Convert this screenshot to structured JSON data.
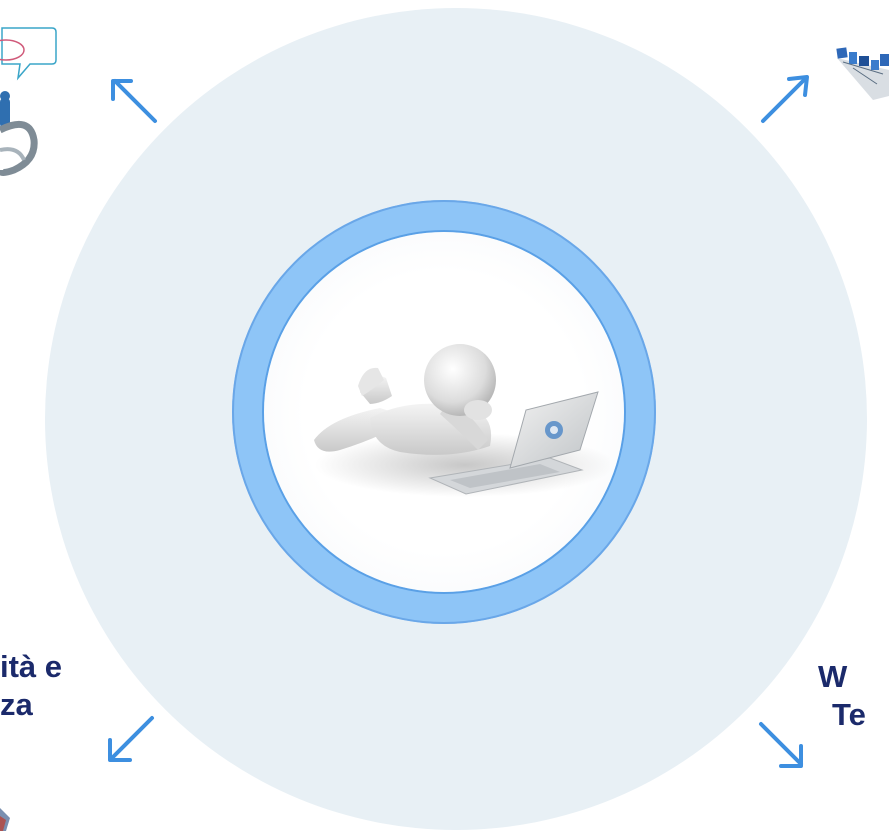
{
  "colors": {
    "background_circle": "#e8f0f5",
    "ring": "#8ec5f7",
    "arrow": "#3d8fe0",
    "text": "#1b2a6b"
  },
  "center": {
    "image_icon": "person-lying-with-laptop-icon"
  },
  "corners": {
    "top_left": {
      "icon": "speech-bubble-people-icon"
    },
    "top_right": {
      "icon": "network-devices-icon"
    },
    "bottom_left": {
      "text_line1": "ità e",
      "text_line2": "za",
      "icon": "logo-fragment-icon"
    },
    "bottom_right": {
      "text_line1": "W",
      "text_line2": "Te"
    }
  },
  "arrows": [
    {
      "name": "arrow-top-left",
      "direction": "up-left"
    },
    {
      "name": "arrow-top-right",
      "direction": "up-right"
    },
    {
      "name": "arrow-bottom-left",
      "direction": "down-left"
    },
    {
      "name": "arrow-bottom-right",
      "direction": "down-right"
    }
  ]
}
